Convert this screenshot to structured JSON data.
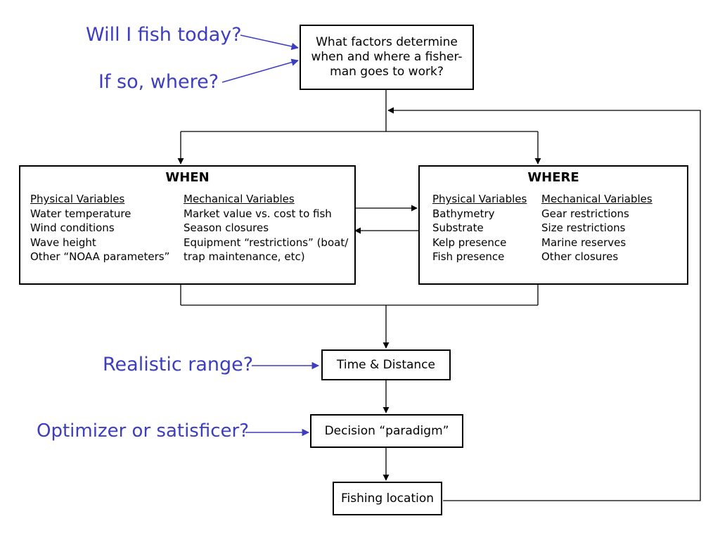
{
  "questions": {
    "fish_today": "Will I fish today?",
    "where": "If so, where?",
    "range": "Realistic range?",
    "optimizer": "Optimizer or satisficer?"
  },
  "top_box": {
    "lines": [
      "What factors determine",
      "when and where a fisher-",
      "man goes to work?"
    ]
  },
  "when_panel": {
    "title": "WHEN",
    "physical": {
      "heading": "Physical Variables",
      "items": [
        "Water temperature",
        "Wind conditions",
        "Wave height",
        "Other “NOAA parameters”"
      ]
    },
    "mechanical": {
      "heading": "Mechanical Variables",
      "items": [
        "Market value vs. cost to fish",
        "Season closures",
        "Equipment “restrictions” (boat/",
        "trap maintenance, etc)"
      ]
    }
  },
  "where_panel": {
    "title": "WHERE",
    "physical": {
      "heading": "Physical Variables",
      "items": [
        "Bathymetry",
        "Substrate",
        "Kelp presence",
        "Fish presence"
      ]
    },
    "mechanical": {
      "heading": "Mechanical Variables",
      "items": [
        "Gear restrictions",
        "Size restrictions",
        "Marine reserves",
        "Other closures"
      ]
    }
  },
  "steps": {
    "time_distance": "Time & Distance",
    "decision": "Decision “paradigm”",
    "location": "Fishing location"
  },
  "colors": {
    "question_text": "#3d3dbf",
    "question_arrow": "#3d3dbf",
    "flow": "#000000"
  }
}
